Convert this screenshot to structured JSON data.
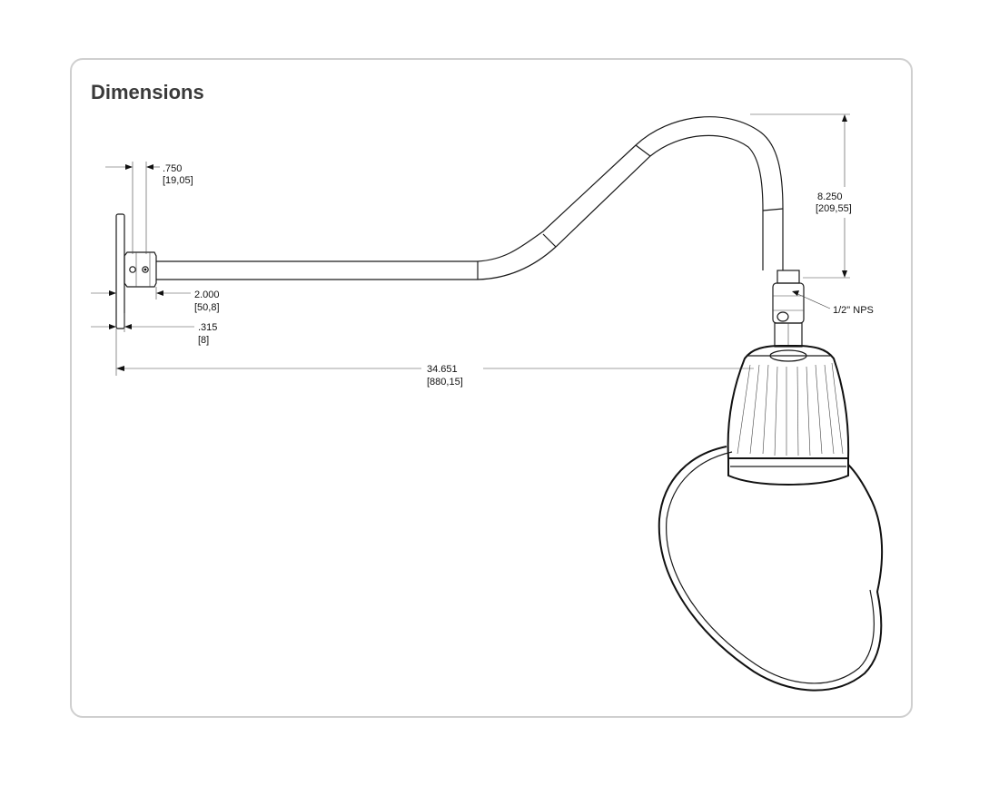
{
  "title": "Dimensions",
  "dimensions": {
    "depth": {
      "inch": ".750",
      "mm": "[19,05]"
    },
    "backplate_offset": {
      "inch": "2.000",
      "mm": "[50,8]"
    },
    "plate_thickness": {
      "inch": ".315",
      "mm": "[8]"
    },
    "extension": {
      "inch": "34.651",
      "mm": "[880,15]"
    },
    "drop": {
      "inch": "8.250",
      "mm": "[209,55]"
    },
    "thread": "1/2\" NPS"
  }
}
